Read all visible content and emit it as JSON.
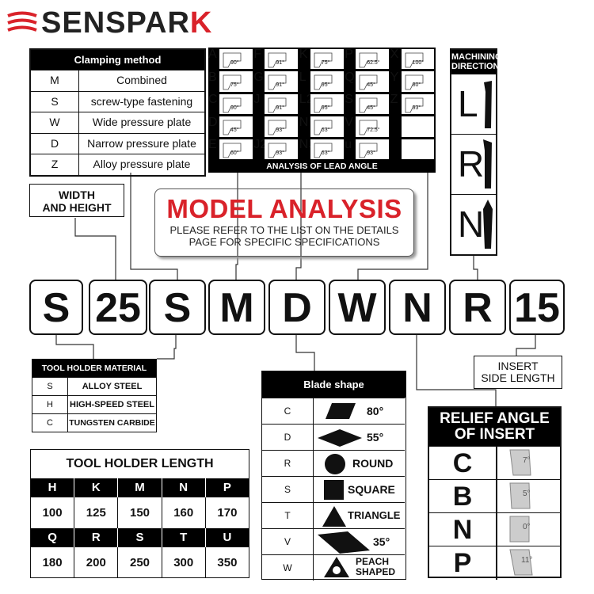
{
  "brand": {
    "name_main": "SENSPAR",
    "name_accent": "K",
    "accent_color": "#d9222a"
  },
  "clamping": {
    "title": "Clamping method",
    "rows": [
      {
        "code": "M",
        "label": "Combined"
      },
      {
        "code": "S",
        "label": "screw-type fastening"
      },
      {
        "code": "W",
        "label": "Wide pressure plate"
      },
      {
        "code": "D",
        "label": "Narrow pressure plate"
      },
      {
        "code": "Z",
        "label": "Alloy pressure plate"
      }
    ]
  },
  "lead_angle": {
    "title": "ANALYSIS OF LEAD ANGLE",
    "cells": [
      {
        "letter": "A",
        "angle": "90°"
      },
      {
        "letter": "F",
        "angle": "91°"
      },
      {
        "letter": "K",
        "angle": "75°"
      },
      {
        "letter": "P",
        "angle": "62.5°"
      },
      {
        "letter": "X",
        "angle": "100°"
      },
      {
        "letter": "B",
        "angle": "75°"
      },
      {
        "letter": "G",
        "angle": "91°"
      },
      {
        "letter": "L",
        "angle": "95°"
      },
      {
        "letter": "Q",
        "angle": "45°"
      },
      {
        "letter": "Y",
        "angle": "80°"
      },
      {
        "letter": "C",
        "angle": "90°"
      },
      {
        "letter": "J",
        "angle": "91°"
      },
      {
        "letter": "L2",
        "angle": "95°"
      },
      {
        "letter": "S",
        "angle": "45°"
      },
      {
        "letter": "Z",
        "angle": "93°"
      },
      {
        "letter": "D",
        "angle": "45°"
      },
      {
        "letter": "",
        "angle": "93°"
      },
      {
        "letter": "N",
        "angle": "63°"
      },
      {
        "letter": "V",
        "angle": "72.5°"
      },
      {
        "letter": "",
        "angle": ""
      },
      {
        "letter": "E",
        "angle": "60°"
      },
      {
        "letter": "J2",
        "angle": "93°"
      },
      {
        "letter": "N3",
        "angle": "63°"
      },
      {
        "letter": "u",
        "angle": "93°"
      },
      {
        "letter": "",
        "angle": ""
      }
    ]
  },
  "machining": {
    "title_line1": "MACHINING",
    "title_line2": "DIRECTION",
    "items": [
      "L",
      "R",
      "N"
    ]
  },
  "width_height": {
    "line1": "WIDTH",
    "line2": "AND HEIGHT"
  },
  "model": {
    "title": "MODEL ANALYSIS",
    "line1": "PLEASE REFER TO THE LIST ON THE DETAILS",
    "line2": "PAGE FOR SPECIFIC SPECIFICATIONS",
    "title_color": "#d9222a"
  },
  "codes": [
    "S",
    "25",
    "S",
    "M",
    "D",
    "W",
    "N",
    "R",
    "15"
  ],
  "material": {
    "title": "TOOL HOLDER MATERIAL",
    "rows": [
      {
        "code": "S",
        "label": "ALLOY STEEL"
      },
      {
        "code": "H",
        "label": "HIGH-SPEED STEEL"
      },
      {
        "code": "C",
        "label": "TUNGSTEN CARBIDE"
      }
    ]
  },
  "blade": {
    "title": "Blade shape",
    "rows": [
      {
        "code": "C",
        "shape": "rhombus-80",
        "label": "80°"
      },
      {
        "code": "D",
        "shape": "rhombus-55",
        "label": "55°"
      },
      {
        "code": "R",
        "shape": "circle",
        "label": "ROUND"
      },
      {
        "code": "S",
        "shape": "square",
        "label": "SQUARE"
      },
      {
        "code": "T",
        "shape": "triangle",
        "label": "TRIANGLE"
      },
      {
        "code": "V",
        "shape": "rhombus-35",
        "label": "35°"
      },
      {
        "code": "W",
        "shape": "trigon",
        "label_line1": "PEACH",
        "label_line2": "SHAPED"
      }
    ]
  },
  "insert_side": {
    "line1": "INSERT",
    "line2": "SIDE LENGTH"
  },
  "relief": {
    "title_line1": "RELIEF ANGLE",
    "title_line2": "OF INSERT",
    "rows": [
      {
        "letter": "C",
        "angle": "7°"
      },
      {
        "letter": "B",
        "angle": "5°"
      },
      {
        "letter": "N",
        "angle": "0°"
      },
      {
        "letter": "P",
        "angle": "11°"
      }
    ]
  },
  "holder_length": {
    "title": "TOOL HOLDER LENGTH",
    "row1_codes": [
      "H",
      "K",
      "M",
      "N",
      "P"
    ],
    "row1_values": [
      "100",
      "125",
      "150",
      "160",
      "170"
    ],
    "row2_codes": [
      "Q",
      "R",
      "S",
      "T",
      "U"
    ],
    "row2_values": [
      "180",
      "200",
      "250",
      "300",
      "350"
    ]
  }
}
